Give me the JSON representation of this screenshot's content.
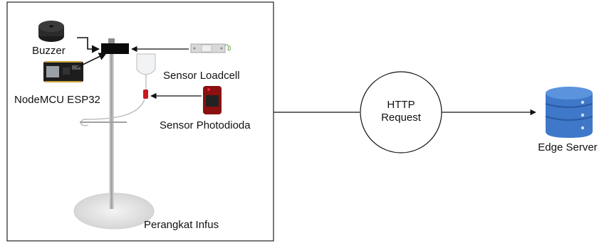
{
  "labels": {
    "buzzer": "Buzzer",
    "nodemcu": "NodeMCU ESP32",
    "loadcell": "Sensor Loadcell",
    "photodioda": "Sensor Photodioda",
    "perangkat": "Perangkat Infus",
    "http_line1": "HTTP",
    "http_line2": "Request",
    "edge_server": "Edge Server"
  },
  "colors": {
    "line": "#111111",
    "server_blue": "#3f78c9",
    "server_dark": "#2a5aa3",
    "sensor_red": "#c8181e",
    "pole": "#c9c9c9"
  }
}
